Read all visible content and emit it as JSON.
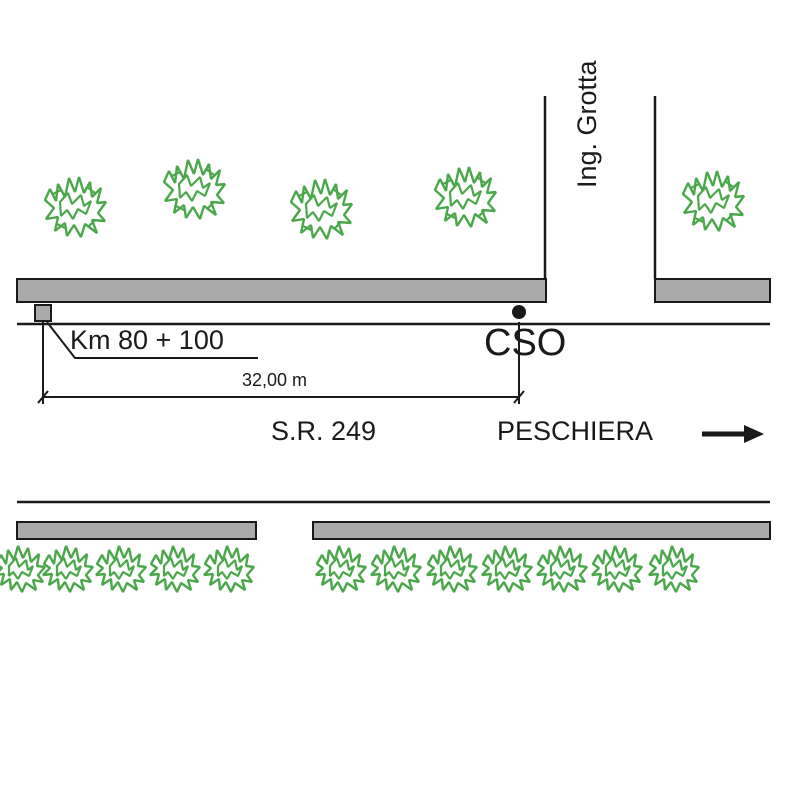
{
  "labels": {
    "km_marker": "Km 80 + 100",
    "cso": "CSO",
    "distance": "32,00 m",
    "road_name": "S.R. 249",
    "direction": "PESCHIERA",
    "side_street": "Ing. Grotta"
  },
  "colors": {
    "tree": "#4aa84a",
    "sidewalk": "#aaaaaa",
    "line": "#1a1a1a",
    "background": "#ffffff"
  },
  "icons": {
    "direction_arrow": "arrow-right-icon",
    "tree": "tree-icon",
    "manhole": "manhole-dot-icon",
    "chainage_marker": "square-marker-icon"
  }
}
